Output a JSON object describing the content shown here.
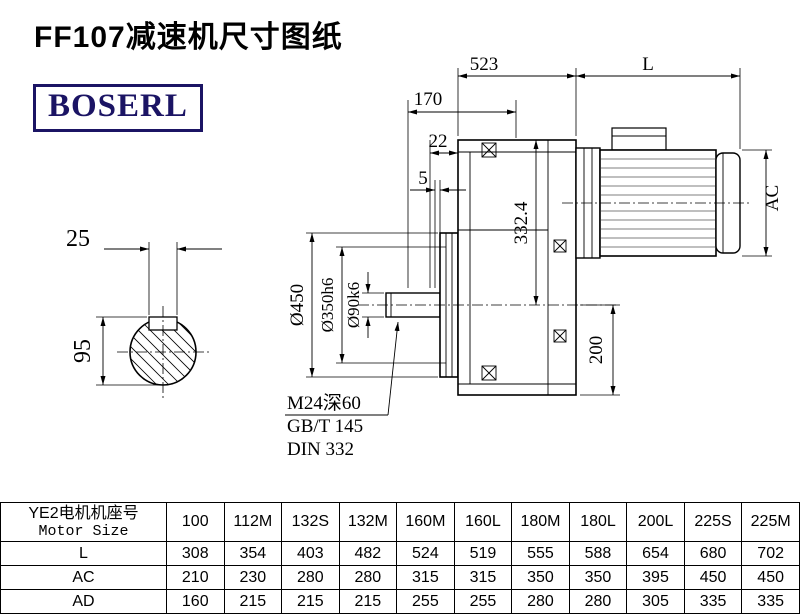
{
  "page": {
    "title": "FF107减速机尺寸图纸",
    "brand": "BOSERL"
  },
  "drawing": {
    "dims": {
      "top_length": "523",
      "motor_length": "L",
      "len_170": "170",
      "len_22": "22",
      "len_5": "5",
      "motor_diameter": "AC",
      "key_width": "25",
      "shaft_height": "95",
      "flange_diameter": "Ø450",
      "spigot_diameter": "Ø350h6",
      "shaft_diameter": "Ø90k6",
      "center_height": "332.4",
      "bottom_height": "200"
    },
    "notes": {
      "tap": "M24深60",
      "std1": "GB/T 145",
      "std2": "DIN 332"
    }
  },
  "table": {
    "header": {
      "line1": "YE2电机机座号",
      "line2": "Motor Size"
    },
    "columns": [
      "100",
      "112M",
      "132S",
      "132M",
      "160M",
      "160L",
      "180M",
      "180L",
      "200L",
      "225S",
      "225M"
    ],
    "rows": [
      {
        "label": "L",
        "values": [
          "308",
          "354",
          "403",
          "482",
          "524",
          "519",
          "555",
          "588",
          "654",
          "680",
          "702"
        ]
      },
      {
        "label": "AC",
        "values": [
          "210",
          "230",
          "280",
          "280",
          "315",
          "315",
          "350",
          "350",
          "395",
          "450",
          "450"
        ]
      },
      {
        "label": "AD",
        "values": [
          "160",
          "215",
          "215",
          "215",
          "255",
          "255",
          "280",
          "280",
          "305",
          "335",
          "335"
        ]
      }
    ]
  }
}
